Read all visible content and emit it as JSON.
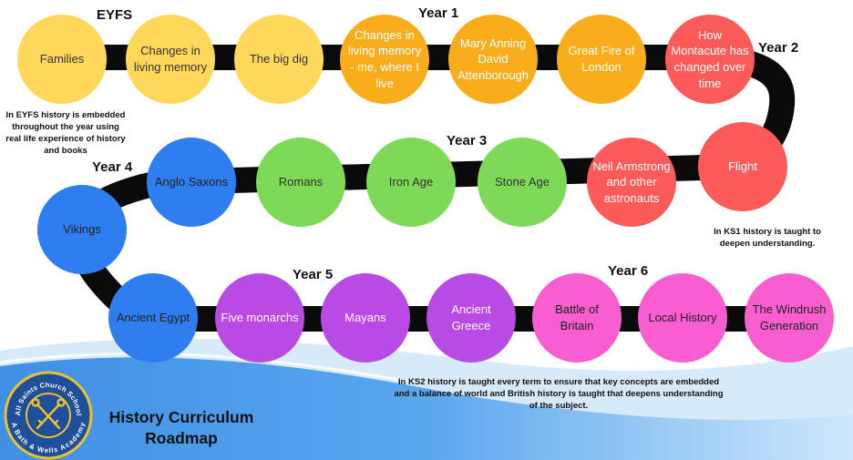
{
  "title": {
    "line1": "History Curriculum",
    "line2": "Roadmap"
  },
  "crest": {
    "top_text": "All Saints Church School",
    "bottom_text": "A Bath & Wells Academy"
  },
  "years": {
    "eyfs": "EYFS",
    "y1": "Year 1",
    "y2": "Year 2",
    "y3": "Year 3",
    "y4": "Year 4",
    "y5": "Year 5",
    "y6": "Year 6"
  },
  "notes": {
    "eyfs": "In EYFS history is embedded throughout the year using real life experience of history and books",
    "ks1": "In KS1  history is taught to deepen understanding.",
    "ks2": "In KS2 history is taught every term to ensure that key concepts are embedded and a balance of world and British history is taught that deepens understanding of the subject."
  },
  "topics": [
    {
      "label": "Families",
      "color": "#ffd85b"
    },
    {
      "label": "Changes in living memory",
      "color": "#ffd85b"
    },
    {
      "label": "The big dig",
      "color": "#ffd85b"
    },
    {
      "label": "Changes in living memory - me, where I live",
      "color": "#f9ad1a"
    },
    {
      "label": "Mary Anning David Attenborough",
      "color": "#f9ad1a"
    },
    {
      "label": "Great Fire of London",
      "color": "#f9ad1a"
    },
    {
      "label": "How Montacute has changed over time",
      "color": "#fd5a5a"
    },
    {
      "label": "Flight",
      "color": "#fd5a5a"
    },
    {
      "label": "Neil Armstrong and other astronauts",
      "color": "#fd5a5a"
    },
    {
      "label": "Stone Age",
      "color": "#7ed957"
    },
    {
      "label": "Iron Age",
      "color": "#7ed957"
    },
    {
      "label": "Romans",
      "color": "#7ed957"
    },
    {
      "label": "Anglo Saxons",
      "color": "#2f7ef0"
    },
    {
      "label": "Vikings",
      "color": "#2f7ef0"
    },
    {
      "label": "Ancient Egypt",
      "color": "#2f7ef0"
    },
    {
      "label": "Five monarchs",
      "color": "#b94ae4"
    },
    {
      "label": "Mayans",
      "color": "#b94ae4"
    },
    {
      "label": "Ancient Greece",
      "color": "#b94ae4"
    },
    {
      "label": "Battle of Britain",
      "color": "#f85ecf"
    },
    {
      "label": "Local History",
      "color": "#f85ecf"
    },
    {
      "label": "The Windrush Generation",
      "color": "#f85ecf"
    }
  ]
}
